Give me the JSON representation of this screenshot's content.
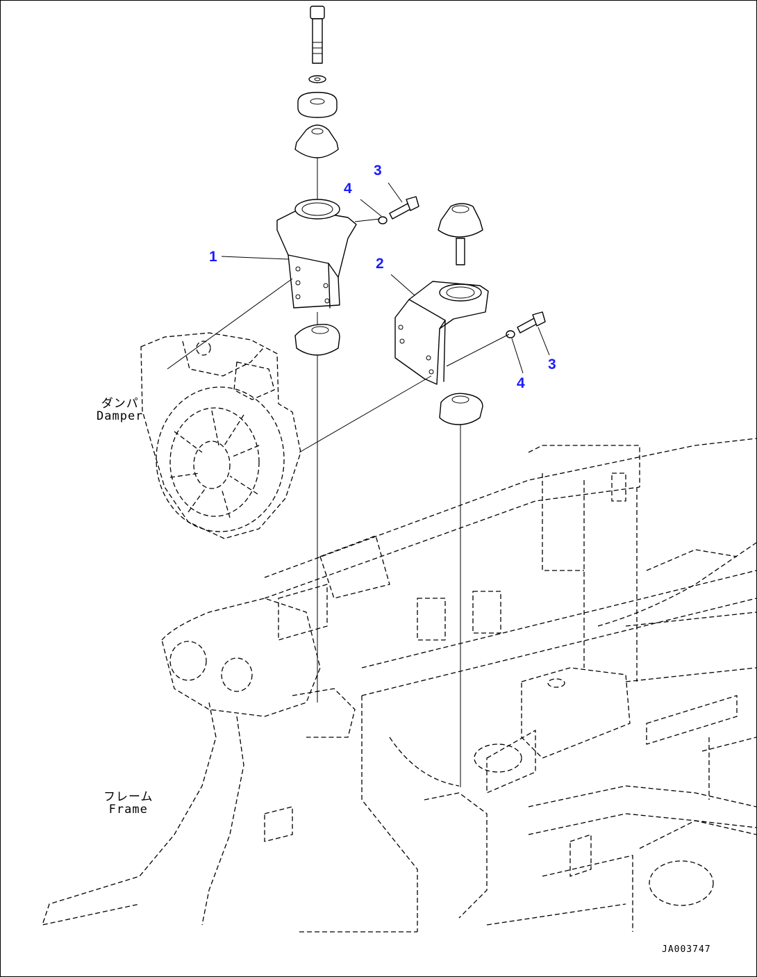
{
  "callouts": [
    {
      "id": "1",
      "label": "1"
    },
    {
      "id": "2",
      "label": "2"
    },
    {
      "id": "3a",
      "label": "3"
    },
    {
      "id": "3b",
      "label": "3"
    },
    {
      "id": "4a",
      "label": "4"
    },
    {
      "id": "4b",
      "label": "4"
    }
  ],
  "labels": {
    "damper_jp": "ダンパ",
    "damper_en": "Damper",
    "frame_jp": "フレーム",
    "frame_en": "Frame"
  },
  "drawing_code": "JA003747",
  "colors": {
    "callout": "#1a1aff",
    "line": "#000000",
    "background": "#ffffff"
  }
}
